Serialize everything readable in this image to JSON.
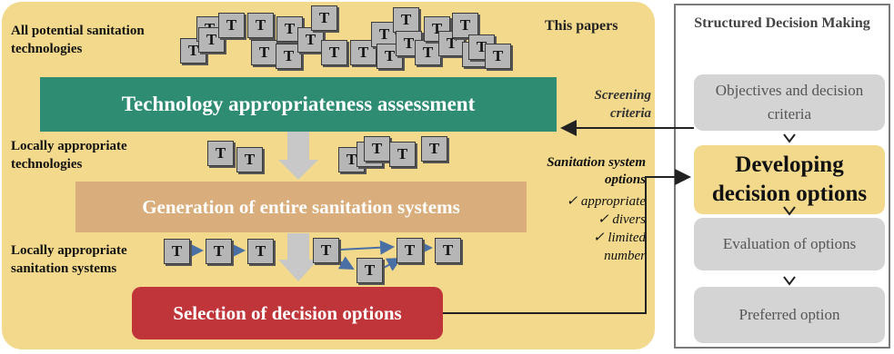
{
  "left_panel": {
    "corner_label": "This papers",
    "label_all": "All potential sanitation technologies",
    "label_local_tech": "Locally appropriate technologies",
    "label_local_sys": "Locally appropriate sanitation systems",
    "step1": "Technology appropriateness assessment",
    "step2": "Generation of entire sanitation systems",
    "step3": "Selection of decision options",
    "screening": "Screening criteria",
    "options_title": "Sanitation system options",
    "check1": "✓ appropriate",
    "check2": "✓ divers",
    "check3": "✓ limited",
    "check3b": "number",
    "t_letter": "T"
  },
  "right_panel": {
    "title": "Structured Decision Making",
    "box1": "Objectives and decision criteria",
    "box2": "Developing decision options",
    "box3": "Evaluation of options",
    "box4": "Preferred option"
  },
  "colors": {
    "step1": "#2e8c73",
    "step2": "#d9ad7c",
    "step3": "#c0353a",
    "panel": "#f2d98c",
    "t_fill": "#b6b6b6"
  }
}
